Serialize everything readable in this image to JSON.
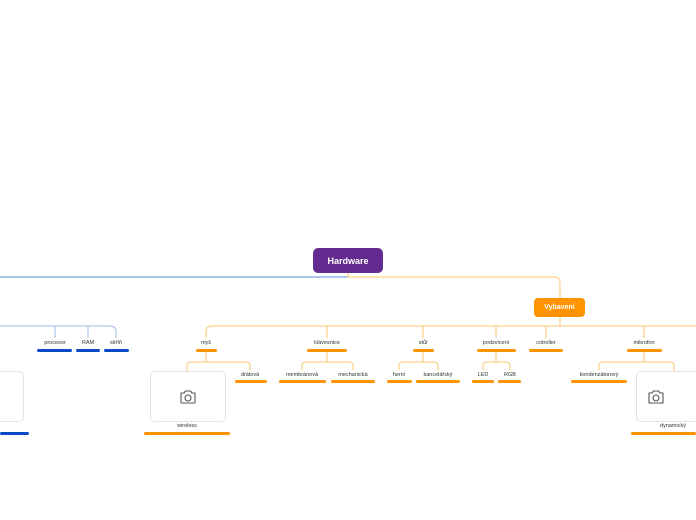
{
  "root": {
    "label": "Hardware"
  },
  "blue_branch": {
    "color": "#0d48c8",
    "children": [
      "procesor",
      "RAM",
      "skříň"
    ]
  },
  "orange_branch": {
    "label": "Vybavení",
    "color": "#ff9400",
    "children": {
      "mys": {
        "label": "myš",
        "children": [
          "wireless",
          "drátová"
        ]
      },
      "klavesnice": {
        "label": "klávesnice",
        "children": [
          "membránová",
          "mechanická"
        ]
      },
      "stul": {
        "label": "stůl",
        "children": [
          "herní",
          "kancelářský"
        ]
      },
      "podsviceni": {
        "label": "podsvícení",
        "children": [
          "LED",
          "RGB"
        ]
      },
      "cotroller": {
        "label": "cotroller"
      },
      "mikrofon": {
        "label": "mikrofon",
        "children": [
          "kondenzátorový",
          "dynamický"
        ]
      }
    }
  },
  "icons": {
    "image_placeholder": "camera-icon"
  }
}
